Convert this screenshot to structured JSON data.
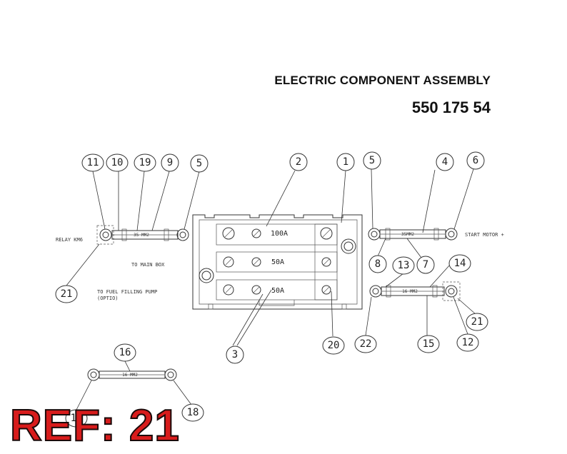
{
  "header": {
    "title": "ELECTRIC COMPONENT ASSEMBLY",
    "part_number": "550 175 54"
  },
  "ref_label": "REF: 21",
  "colors": {
    "line": "#333333",
    "ref_fill": "#d81c1c",
    "ref_outline": "#1a0a0a"
  },
  "labels": {
    "relay": "RELAY KM6",
    "main_box": "TO MAIN BOX",
    "fuel_pump_1": "TO FUEL FILLING PUMP",
    "fuel_pump_2": "(OPTIO)",
    "start_motor": "START MOTOR +"
  },
  "fuses": {
    "top": "100A",
    "middle": "50A",
    "bottom": "50A"
  },
  "cables": {
    "left": "35 MM2",
    "right_top": "35MM2",
    "right_bottom": "16 MM2",
    "bottom": "16 MM2"
  },
  "callouts": {
    "c11": "11",
    "c10": "10",
    "c19": "19",
    "c9": "9",
    "c5a": "5",
    "c2": "2",
    "c1": "1",
    "c5b": "5",
    "c4": "4",
    "c6": "6",
    "c8": "8",
    "c13": "13",
    "c7": "7",
    "c14": "14",
    "c21a": "21",
    "c21b": "21",
    "c3": "3",
    "c20": "20",
    "c22": "22",
    "c15": "15",
    "c12": "12",
    "c16": "16",
    "c17": "17",
    "c18": "18"
  }
}
